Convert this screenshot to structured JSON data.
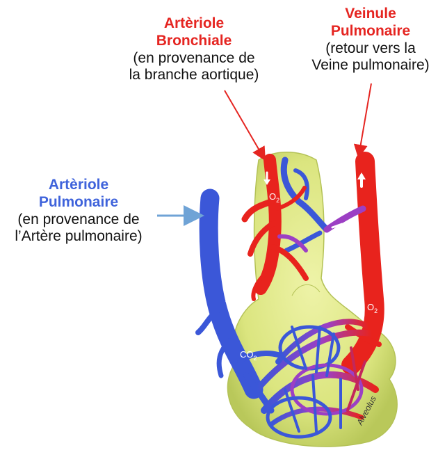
{
  "labels": {
    "bronchial_arteriole": {
      "title_line1": "Artèriole",
      "title_line2": "Bronchiale",
      "desc_line1": "(en provenance de",
      "desc_line2": "la branche aortique)"
    },
    "pulmonary_venule": {
      "title_line1": "Veinule",
      "title_line2": "Pulmonaire",
      "desc_line1": "(retour vers la",
      "desc_line2": "Veine pulmonaire)"
    },
    "pulmonary_arteriole": {
      "title_line1": "Artèriole",
      "title_line2": "Pulmonaire",
      "desc_line1": "(en provenance de",
      "desc_line2": "l’Artère pulmonaire)"
    }
  },
  "gas_labels": {
    "o2_bronchial": "O",
    "o2_bronchial_sub": "2",
    "o2_venule": "O",
    "o2_venule_sub": "2",
    "co2": "CO",
    "co2_sub": "2"
  },
  "alveolus_label": "Alveolus",
  "colors": {
    "artery_red": "#e52521",
    "vessel_red": "#e8231d",
    "vessel_blue": "#3b57d8",
    "arrow_blue": "#6fa3d6",
    "alveolus_yellow": "#dfe98a",
    "mixing_purple": "#9c3fc4"
  }
}
